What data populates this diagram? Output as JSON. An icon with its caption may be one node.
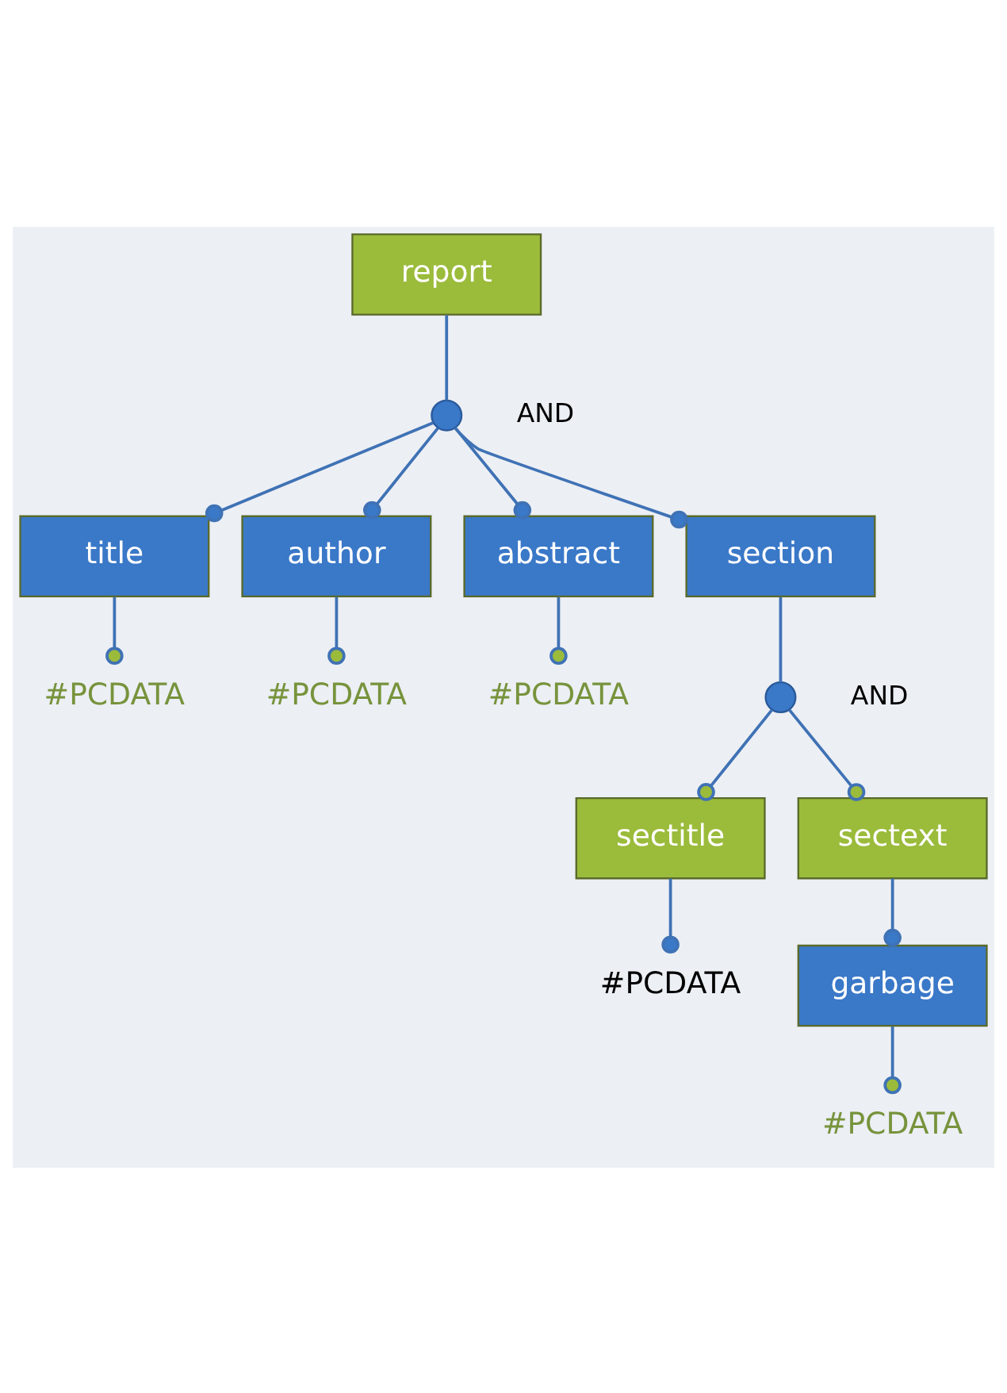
{
  "diagram": {
    "nodes": [
      {
        "text": [
          "report"
        ]
      },
      {
        "text": [],
        "shape": "circle",
        "beside": [
          "AND"
        ]
      },
      {
        "text": [
          "title"
        ]
      },
      {
        "text": [
          "author"
        ]
      },
      {
        "text": [
          "abstract"
        ]
      },
      {
        "text": [
          "section"
        ]
      },
      {
        "text": [
          "#PCDATA"
        ]
      },
      {
        "text": [
          "#PCDATA"
        ]
      },
      {
        "text": [
          "#PCDATA"
        ]
      },
      {
        "text": [],
        "shape": "circle",
        "beside": [
          "AND"
        ]
      },
      {
        "text": [
          "sectitle"
        ]
      },
      {
        "text": [
          "sectext"
        ]
      },
      {
        "text": [
          "#PCDATA"
        ]
      },
      {
        "text": [
          "garbage"
        ]
      },
      {
        "text": [
          "#PCDATA"
        ]
      }
    ],
    "edges": [
      {
        "from": 0,
        "to": 1,
        "arrow": "none"
      },
      {
        "from": 1,
        "to": 2,
        "arrow": "other"
      },
      {
        "from": 1,
        "to": 3,
        "arrow": "other"
      },
      {
        "from": 1,
        "to": 4,
        "arrow": "other"
      },
      {
        "from": 1,
        "to": 5,
        "arrow": "other"
      },
      {
        "from": 2,
        "to": 6,
        "arrow": "other"
      },
      {
        "from": 3,
        "to": 7,
        "arrow": "other"
      },
      {
        "from": 4,
        "to": 8,
        "arrow": "other"
      },
      {
        "from": 5,
        "to": 9,
        "arrow": "none"
      },
      {
        "from": 9,
        "to": 10,
        "arrow": "other"
      },
      {
        "from": 9,
        "to": 11,
        "arrow": "other"
      },
      {
        "from": 10,
        "to": 12,
        "arrow": "other"
      },
      {
        "from": 11,
        "to": 13,
        "arrow": "other"
      },
      {
        "from": 13,
        "to": 14,
        "arrow": "other"
      }
    ]
  }
}
